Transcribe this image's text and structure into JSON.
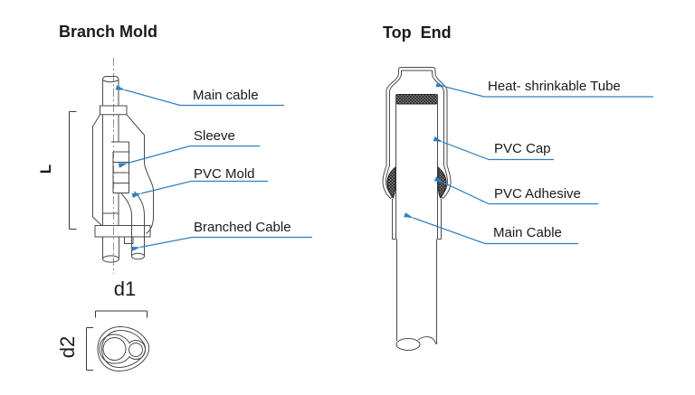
{
  "colors": {
    "leader_blue": "#2e7fc1",
    "line_gray": "#4a4a4a",
    "hatch_dark": "#222222"
  },
  "branch_mold": {
    "title": "Branch Mold",
    "labels": {
      "main_cable": "Main cable",
      "sleeve": "Sleeve",
      "pvc_mold": "PVC Mold",
      "branched_cable": "Branched Cable"
    },
    "dims": {
      "length": "L",
      "d1": "d1",
      "d2": "d2"
    }
  },
  "top_end": {
    "title": "Top  End",
    "labels": {
      "heat_shrinkable_tube": "Heat- shrinkable Tube",
      "pvc_cap": "PVC Cap",
      "pvc_adhesive": "PVC Adhesive",
      "main_cable": "Main Cable"
    }
  }
}
